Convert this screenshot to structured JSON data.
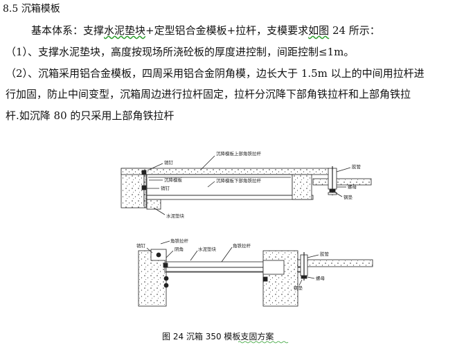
{
  "heading": "8.5 沉箱模板",
  "paragraphs": {
    "system_prefix": "基本体系：支撑",
    "system_underlined_1": "水泥垫块",
    "system_mid": "+定型铝合金模板+拉杆，支模要求",
    "system_underlined_2": "如图",
    "system_suffix": " 24 所示：",
    "item1": "（1）、支撑水泥垫块，高度按现场所浇砼板的厚度进控制，间距控制≤1m。",
    "item2_line1": "（2）、沉箱采用铝合金模板，四周采用铝合金阴角模，边长大于 1.5m 以上的中间用拉杆进",
    "item2_line2": "行加固，防止中间变型，沉箱周边进行拉杆固定，拉杆分沉降下部角铁拉杆和上部角铁拉",
    "item2_line3": "杆.如沉降 80 的只采用上部角铁拉杆"
  },
  "figure_top": {
    "label_nail_1": "销钉",
    "label_upper_rod": "沉降模板上部角铁拉杆",
    "label_sink_form": "沉降模板",
    "label_lower_rod": "沉降模板下部角铁拉杆",
    "label_nail_2": "销钉",
    "label_block": "水泥垫块",
    "label_pipe": "胶管",
    "label_nut": "螺母",
    "label_gasket": "钢垫"
  },
  "figure_bottom": {
    "label_nail": "销钉",
    "label_angle_rod": "角铁拉杆",
    "label_corner": "阴角",
    "label_block": "水泥垫块",
    "label_corner_rod": "角铁拉杆",
    "label_pipe": "胶管",
    "label_nut": "螺母",
    "label_gasket": "钢垫"
  },
  "caption": "图 24   沉箱 350 模板支固方案",
  "colors": {
    "underline": "#2a9d2a",
    "caption_underline": "#2a9d2a"
  }
}
